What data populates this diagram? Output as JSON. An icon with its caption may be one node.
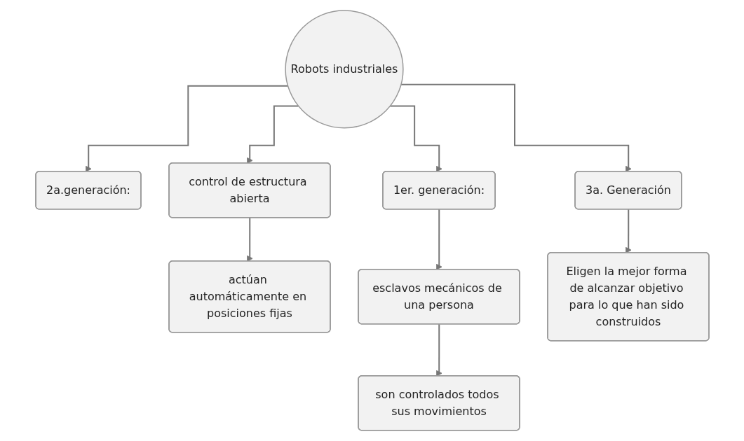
{
  "diagram": {
    "nodes": [
      {
        "text": [
          "Robots industriales"
        ]
      },
      {
        "text": [
          "2a.generación:"
        ]
      },
      {
        "text": [
          "control de estructura abierta"
        ]
      },
      {
        "text": [
          "actúan automáticamente en posiciones fijas"
        ]
      },
      {
        "text": [
          "1er. generación:"
        ]
      },
      {
        "text": [
          "esclavos mecánicos de una persona"
        ]
      },
      {
        "text": [
          "son controlados todos sus movimientos"
        ]
      },
      {
        "text": [
          "3a. Generación"
        ]
      },
      {
        "text": [
          "Eligen la mejor forma de alcanzar objetivo para lo que han sido construidos"
        ]
      }
    ],
    "edges": [
      {
        "from": 0,
        "to": 1,
        "arrow": "to"
      },
      {
        "from": 0,
        "to": 2,
        "arrow": "to"
      },
      {
        "from": 2,
        "to": 3,
        "arrow": "to"
      },
      {
        "from": 0,
        "to": 4,
        "arrow": "to"
      },
      {
        "from": 4,
        "to": 5,
        "arrow": "to"
      },
      {
        "from": 5,
        "to": 6,
        "arrow": "to"
      },
      {
        "from": 0,
        "to": 7,
        "arrow": "to"
      },
      {
        "from": 7,
        "to": 8,
        "arrow": "to"
      }
    ]
  }
}
